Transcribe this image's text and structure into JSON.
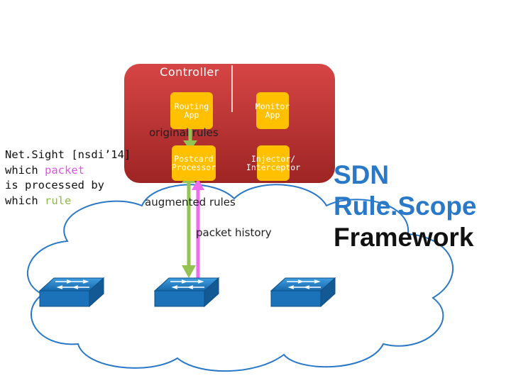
{
  "controller": {
    "title": "Controller",
    "apps": {
      "routing": "Routing\nApp",
      "monitor": "Monitor\nApp",
      "postcard": "Postcard\nProcessor",
      "injector": "Injector/\nInterceptor"
    }
  },
  "labels": {
    "original_rules": "original rules",
    "augmented_rules": "augmented rules",
    "packet_history": "packet history"
  },
  "netsight": {
    "line1": "Net.Sight [nsdi’14]",
    "line2_prefix": "which ",
    "line2_highlight": "packet",
    "line3": "is processed by",
    "line4_prefix": "which ",
    "line4_highlight": "rule"
  },
  "framework_title": {
    "line1": "SDN",
    "line2": "Rule.Scope",
    "line3": "Framework"
  },
  "colors": {
    "controller_red": "#c93a3a",
    "app_yellow": "#ffc000",
    "arrow_green": "#92c353",
    "arrow_pink": "#ee6cee",
    "switch_blue": "#1e7bc4",
    "title_blue": "#2a78c8",
    "packet_pink": "#e056e0",
    "rule_green": "#8fb84a"
  },
  "icons": {
    "switch": "network-switch-icon"
  }
}
